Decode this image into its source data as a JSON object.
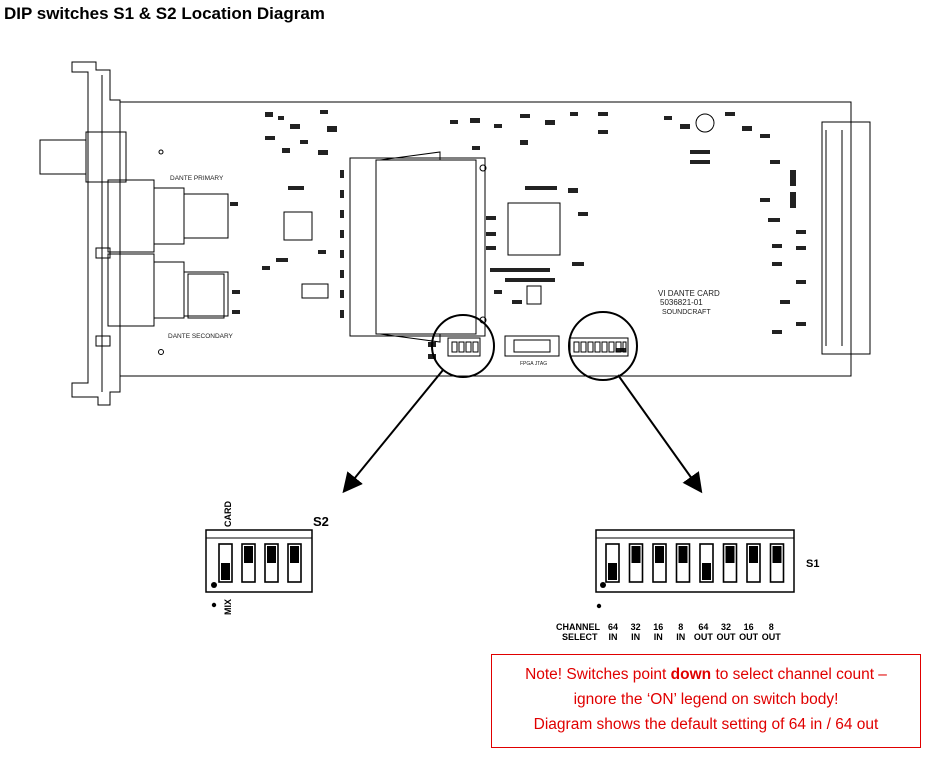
{
  "title": "DIP switches S1 & S2 Location Diagram",
  "board": {
    "label_primary": "DANTE PRIMARY",
    "label_secondary": "DANTE SECONDARY",
    "card_line1": "VI DANTE CARD",
    "card_line2": "5036821-01",
    "card_line3": "SOUNDCRAFT",
    "jtag_label": "FPGA JTAG"
  },
  "s2": {
    "name": "S2",
    "top_label": "CARD",
    "bottom_label": "MIX",
    "switch_count": 4,
    "down_switches": [
      0
    ]
  },
  "s1": {
    "name": "S1",
    "channel_select_line1": "CHANNEL",
    "channel_select_line2": "SELECT",
    "switch_count": 8,
    "down_switches": [
      0,
      4
    ],
    "labels": [
      {
        "top": "64",
        "bottom": "IN"
      },
      {
        "top": "32",
        "bottom": "IN"
      },
      {
        "top": "16",
        "bottom": "IN"
      },
      {
        "top": "8",
        "bottom": "IN"
      },
      {
        "top": "64",
        "bottom": "OUT"
      },
      {
        "top": "32",
        "bottom": "OUT"
      },
      {
        "top": "16",
        "bottom": "OUT"
      },
      {
        "top": "8",
        "bottom": "OUT"
      }
    ]
  },
  "note": {
    "part1": "Note! Switches point ",
    "bold": "down",
    "part2": " to select channel count –",
    "line2": "ignore the ‘ON’ legend on switch body!",
    "line3": "Diagram shows the default setting of 64 in / 64 out",
    "color": "#e00000"
  }
}
